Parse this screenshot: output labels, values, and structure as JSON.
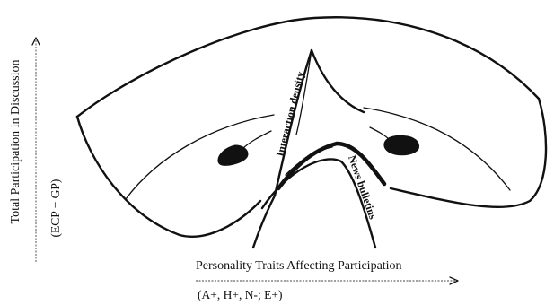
{
  "x_axis": {
    "label": "Personality Traits Affecting Participation",
    "sublabel": "(A+, H+, N-;  E+)"
  },
  "y_axis": {
    "label": "Total Participation in Discussion",
    "sublabel": "(ECP + GP)"
  },
  "surface_labels": {
    "ridge": "Interaction density",
    "fold": "News bulletins"
  }
}
